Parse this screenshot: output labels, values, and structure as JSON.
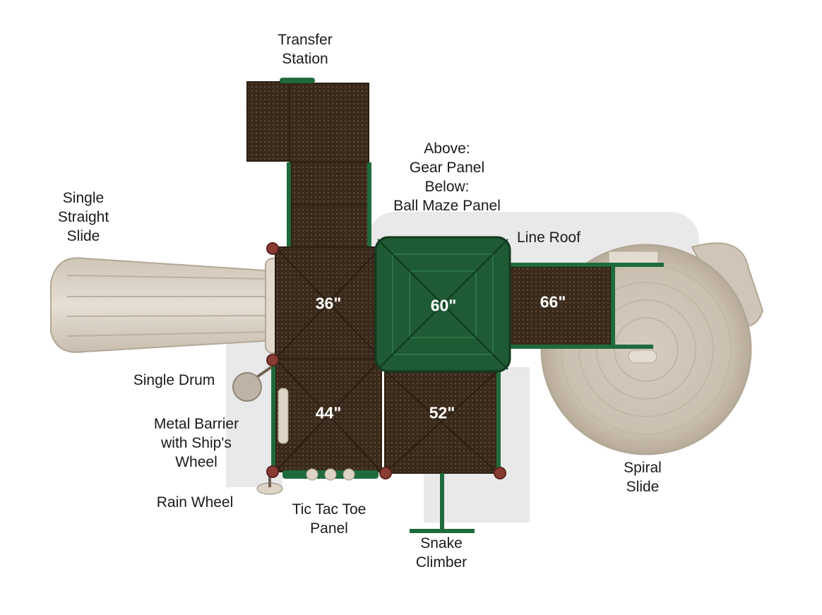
{
  "labels": {
    "transfer_station": [
      "Transfer",
      "Station"
    ],
    "gear_ball_panel": [
      "Above:",
      "Gear Panel",
      "Below:",
      "Ball Maze Panel"
    ],
    "single_straight_slide": [
      "Single",
      "Straight",
      "Slide"
    ],
    "line_roof": [
      "Line Roof"
    ],
    "single_drum": [
      "Single Drum"
    ],
    "metal_barrier": [
      "Metal Barrier",
      "with Ship's",
      "Wheel"
    ],
    "rain_wheel": [
      "Rain Wheel"
    ],
    "tic_tac_toe": [
      "Tic Tac Toe",
      "Panel"
    ],
    "snake_climber": [
      "Snake",
      "Climber"
    ],
    "spiral_slide": [
      "Spiral",
      "Slide"
    ]
  },
  "deck_heights": {
    "d36": "36\"",
    "d60": "60\"",
    "d66": "66\"",
    "d44": "44\"",
    "d52": "52\""
  },
  "colors": {
    "deck": "#3a2a1b",
    "deck_dark": "#2a1e12",
    "frame_green": "#1f6b3d",
    "roof_green": "#1e5a33",
    "slide_tan": "#d8cfc2",
    "clamp_red": "#8a3b33"
  }
}
